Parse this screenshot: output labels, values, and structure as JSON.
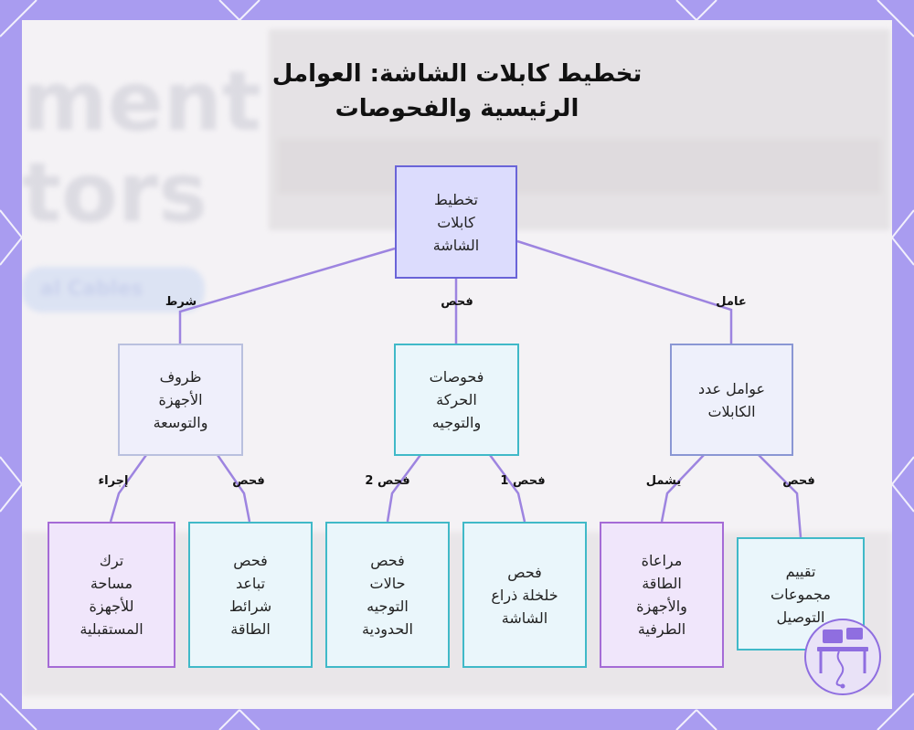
{
  "title_line1": "تخطيط كابلات الشاشة: العوامل",
  "title_line2": "الرئيسية والفحوصات",
  "background_text": {
    "line1": "ment",
    "line2": "tors",
    "line3": "al Cables"
  },
  "nodes": {
    "root": {
      "line1": "تخطيط",
      "line2": "كابلات",
      "line3": "الشاشة"
    },
    "left": {
      "line1": "ظروف",
      "line2": "الأجهزة",
      "line3": "والتوسعة"
    },
    "middle": {
      "line1": "فحوصات",
      "line2": "الحركة",
      "line3": "والتوجيه"
    },
    "right": {
      "line1": "عوامل عدد",
      "line2": "الكابلات"
    },
    "leaf1": {
      "line1": "ترك",
      "line2": "مساحة",
      "line3": "للأجهزة",
      "line4": "المستقبلية"
    },
    "leaf2": {
      "line1": "فحص",
      "line2": "تباعد",
      "line3": "شرائط",
      "line4": "الطاقة"
    },
    "leaf3": {
      "line1": "فحص",
      "line2": "حالات",
      "line3": "التوجيه",
      "line4": "الحدودية"
    },
    "leaf4": {
      "line1": "فحص",
      "line2": "خلخلة ذراع",
      "line3": "الشاشة"
    },
    "leaf5": {
      "line1": "مراعاة",
      "line2": "الطاقة",
      "line3": "والأجهزة",
      "line4": "الطرفية"
    },
    "leaf6": {
      "line1": "تقييم",
      "line2": "مجموعات",
      "line3": "التوصيل"
    }
  },
  "edge_labels": {
    "root_left": "شرط",
    "root_middle": "فحص",
    "root_right": "عامل",
    "left_leaf1": "إجراء",
    "left_leaf2": "فحص",
    "middle_leaf3": "فحص 2",
    "middle_leaf4": "فحص 1",
    "right_leaf5": "يشمل",
    "right_leaf6": "فحص"
  },
  "colors": {
    "frame": "#a99cf0",
    "edge": "#9d84e0",
    "root_fill": "#dcdcfd",
    "teal_border": "#40b9c8",
    "purple_border": "#a56bd6"
  },
  "icons": [
    "desk-setup-logo-icon"
  ]
}
